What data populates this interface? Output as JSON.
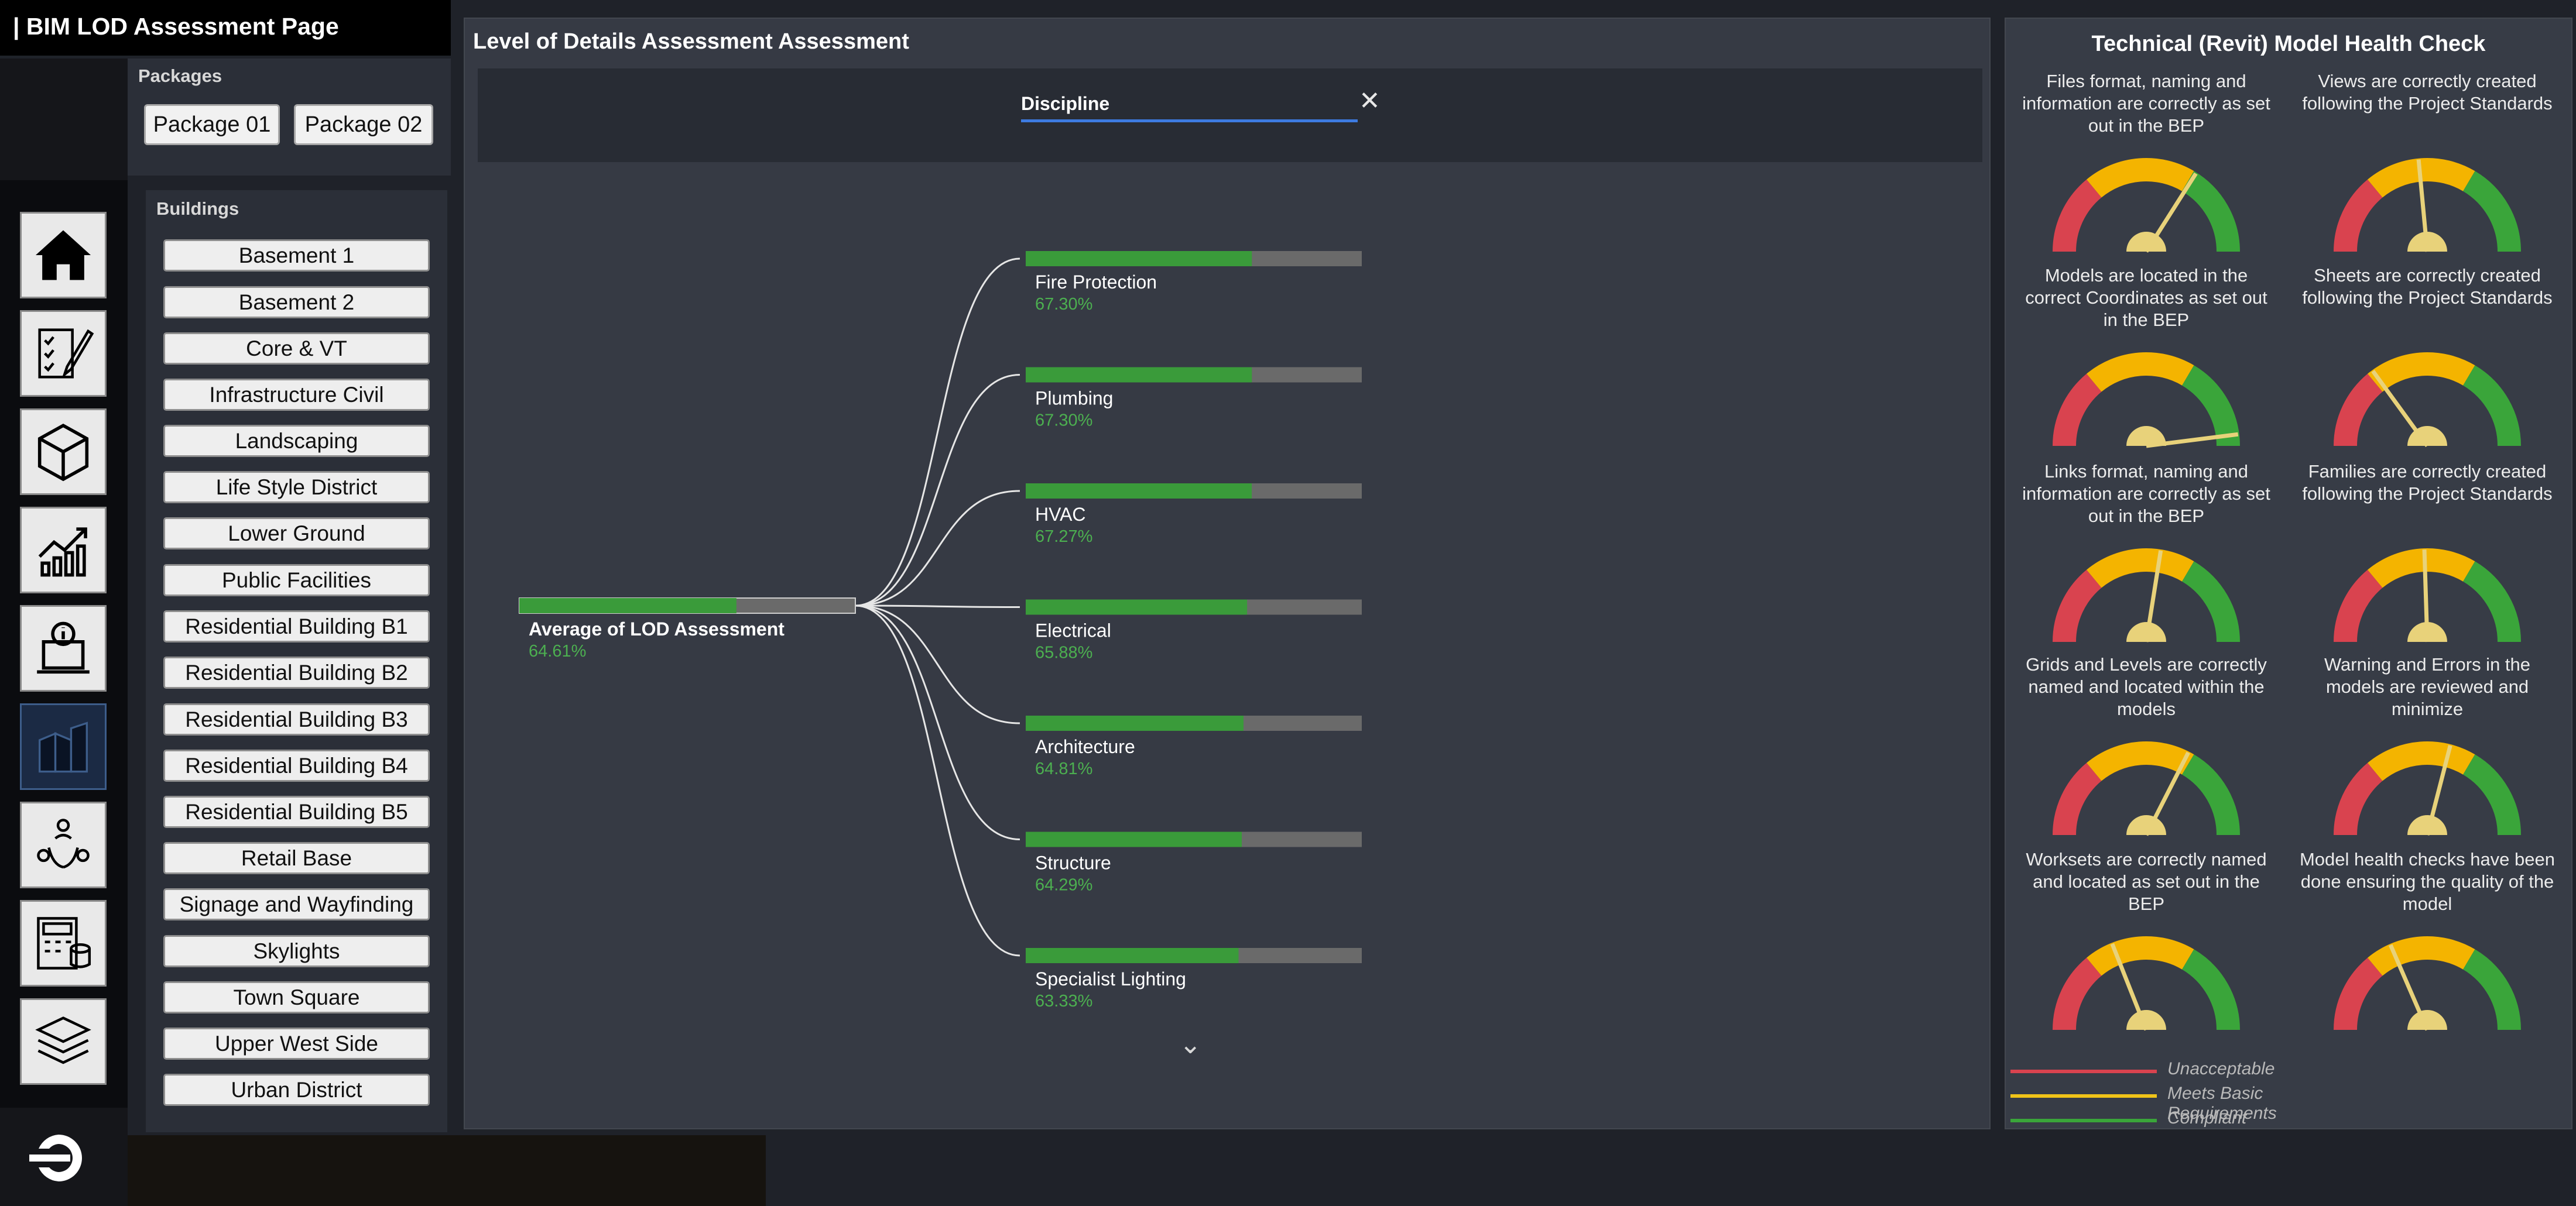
{
  "app": {
    "title": "| BIM LOD Assessment Page"
  },
  "packages": {
    "label": "Packages",
    "items": [
      "Package 01",
      "Package 02"
    ]
  },
  "buildings": {
    "label": "Buildings",
    "items": [
      "Basement 1",
      "Basement 2",
      "Core & VT",
      "Infrastructure Civil",
      "Landscaping",
      "Life Style District",
      "Lower Ground",
      "Public Facilities",
      "Residential Building B1",
      "Residential Building B2",
      "Residential Building B3",
      "Residential Building B4",
      "Residential Building B5",
      "Retail Base",
      "Signage and Wayfinding",
      "Skylights",
      "Town Square",
      "Upper West Side",
      "Urban District"
    ]
  },
  "nav": {
    "icons": [
      "home-icon",
      "checklist-edit-icon",
      "cube-icon",
      "growth-chart-icon",
      "info-laptop-icon",
      "buildings-icon",
      "team-cycle-icon",
      "calculator-database-icon",
      "layers-icon"
    ],
    "active_index": 5
  },
  "main": {
    "title": "Level of Details Assessment Assessment",
    "filter": {
      "label": "Discipline",
      "clear_icon": "close-icon"
    },
    "expand_icon": "chevron-down-icon"
  },
  "chart_data": {
    "type": "decomposition-tree",
    "root": {
      "label": "Average of LOD Assessment",
      "value_text": "64.61%",
      "value": 64.61
    },
    "children": [
      {
        "label": "Fire Protection",
        "value_text": "67.30%",
        "value": 67.3
      },
      {
        "label": "Plumbing",
        "value_text": "67.30%",
        "value": 67.3
      },
      {
        "label": "HVAC",
        "value_text": "67.27%",
        "value": 67.27
      },
      {
        "label": "Electrical",
        "value_text": "65.88%",
        "value": 65.88
      },
      {
        "label": "Architecture",
        "value_text": "64.81%",
        "value": 64.81
      },
      {
        "label": "Structure",
        "value_text": "64.29%",
        "value": 64.29
      },
      {
        "label": "Specialist Lighting",
        "value_text": "63.33%",
        "value": 63.33
      }
    ],
    "bar_fill_color": "#3a9b3a",
    "bar_track_color": "#6a6a6a",
    "value_text_color": "#4caf50"
  },
  "health": {
    "title": "Technical (Revit) Model Health Check",
    "gauges": [
      {
        "caption": "Files format, naming and information are correctly as set out in the BEP",
        "level": 0.68
      },
      {
        "caption": "Views are correctly created following the Project Standards",
        "level": 0.47
      },
      {
        "caption": "Models are located in the correct Coordinates as set out in the BEP",
        "level": 0.96
      },
      {
        "caption": "Sheets are correctly created following the Project Standards",
        "level": 0.3
      },
      {
        "caption": "Links format, naming and information are correctly as set out in the BEP",
        "level": 0.55
      },
      {
        "caption": "Families are correctly created following the Project Standards",
        "level": 0.49
      },
      {
        "caption": "Grids and Levels are correctly named and located within the models",
        "level": 0.65
      },
      {
        "caption": "Warning and Errors in the models are reviewed and minimize",
        "level": 0.58
      },
      {
        "caption": "Worksets are correctly named and located as set out in the BEP",
        "level": 0.38
      },
      {
        "caption": "Model health checks have been done ensuring the quality of the model",
        "level": 0.37
      }
    ],
    "legend": [
      {
        "label": "Unacceptable",
        "color": "#d9434f"
      },
      {
        "label": "Meets Basic Requirements",
        "color": "#f0c419"
      },
      {
        "label": "Compliant",
        "color": "#3aa53a"
      }
    ],
    "zone_colors": {
      "red": "#d9434f",
      "yellow": "#f4b400",
      "green": "#3aa53a",
      "needle": "#e8d27a"
    }
  }
}
